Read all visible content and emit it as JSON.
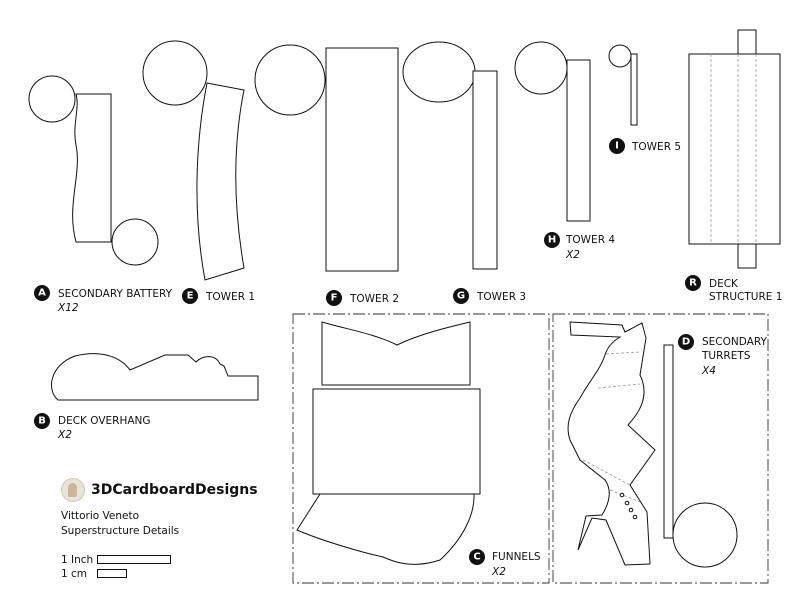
{
  "brand": {
    "name": "3DCardboardDesigns",
    "logo_icon": "brand-logo-icon"
  },
  "info": {
    "model": "Vittorio Veneto",
    "sheet": "Superstructure Details"
  },
  "scale": {
    "inch_label": "1 Inch",
    "cm_label": "1 cm"
  },
  "parts": {
    "A": {
      "letter": "A",
      "name": "SECONDARY BATTERY",
      "qty": "X12"
    },
    "B": {
      "letter": "B",
      "name": "DECK OVERHANG",
      "qty": "X2"
    },
    "C": {
      "letter": "C",
      "name": "FUNNELS",
      "qty": "X2"
    },
    "D": {
      "letter": "D",
      "name_line1": "SECONDARY",
      "name_line2": "TURRETS",
      "qty": "X4"
    },
    "E": {
      "letter": "E",
      "name": "TOWER 1"
    },
    "F": {
      "letter": "F",
      "name": "TOWER 2"
    },
    "G": {
      "letter": "G",
      "name": "TOWER 3"
    },
    "H": {
      "letter": "H",
      "name": "TOWER 4",
      "qty": "X2"
    },
    "I": {
      "letter": "I",
      "name": "TOWER 5"
    },
    "R": {
      "letter": "R",
      "name_line1": "DECK",
      "name_line2": "STRUCTURE 1"
    }
  }
}
